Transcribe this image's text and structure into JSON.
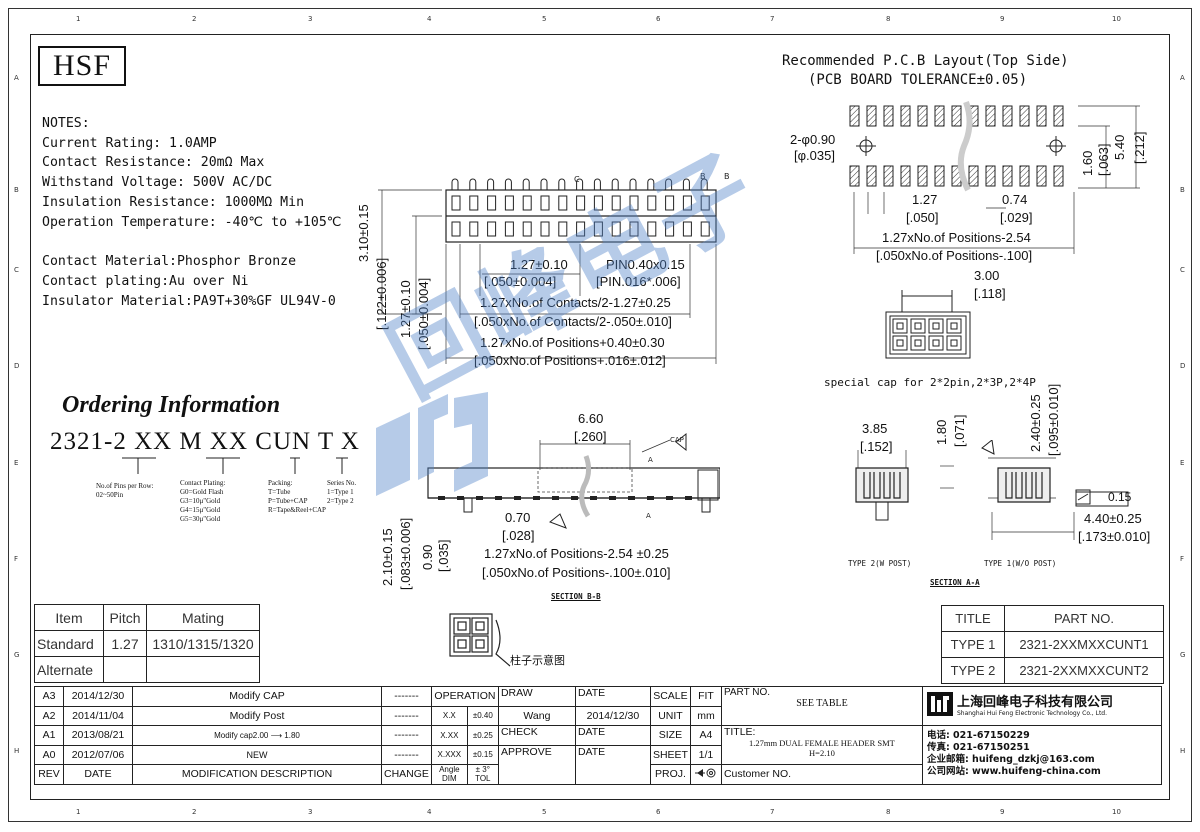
{
  "zones": {
    "cols": [
      "1",
      "2",
      "3",
      "4",
      "5",
      "6",
      "7",
      "8",
      "9",
      "10"
    ],
    "rows": [
      "A",
      "B",
      "C",
      "D",
      "E",
      "F",
      "G",
      "H"
    ]
  },
  "logo": "HSF",
  "notes": {
    "heading": "NOTES:",
    "lines": [
      "Current Rating: 1.0AMP",
      "Contact Resistance: 20mΩ Max",
      "Withstand Voltage: 500V AC/DC",
      "Insulation Resistance: 1000MΩ Min",
      "Operation Temperature: -40℃ to +105℃"
    ],
    "materials": [
      "Contact Material:Phosphor Bronze",
      "Contact plating:Au over Ni",
      "Insulator Material:PA9T+30%GF UL94V-0"
    ]
  },
  "ordering": {
    "title": "Ordering Information",
    "code": "2321-2 XX M XX CUN T X",
    "pins": "No.of Pins per Row: 02~50Pin",
    "plating": [
      "Contact Plating:",
      "G0=Gold Flash",
      "G3=10μ\"Gold",
      "G4=15μ\"Gold",
      "G5=30μ\"Gold"
    ],
    "packing": [
      "Packing:",
      "T=Tube",
      "P=Tube+CAP",
      "R=Tape&Reel+CAP"
    ],
    "series": [
      "Series No.",
      "1=Type 1",
      "2=Type 2"
    ]
  },
  "pcb": {
    "title": "Recommended P.C.B Layout(Top Side)",
    "tolerance": "(PCB BOARD TOLERANCE±0.05)",
    "hole": "2-φ0.90",
    "hole_in": "[φ.035]",
    "d160": "1.60",
    "d160_in": "[.063]",
    "d540": "5.40",
    "d540_in": "[.212]",
    "d127": "1.27",
    "d127_in": "[.050]",
    "d074": "0.74",
    "d074_in": "[.029]",
    "span": "1.27xNo.of Positions-2.54",
    "span_in": "[.050xNo.of Positions-.100]"
  },
  "front": {
    "h1": "3.10±0.15",
    "h1_in": "[.122±0.006]",
    "h2": "1.27±0.10",
    "h2_in": "[.050±0.004]",
    "pitch": "1.27±0.10",
    "pitch_in": "[.050±0.004]",
    "pin": "PIN0.40x0.15",
    "pin_in": "[PIN.016*.006]",
    "l1": "1.27xNo.of Contacts/2-1.27±0.25",
    "l1_in": "[.050xNo.of Contacts/2-.050±.010]",
    "l2": "1.27xNo.of Positions+0.40±0.30",
    "l2_in": "[.050xNo.of Positions+.016±.012]"
  },
  "cap": {
    "w": "3.00",
    "w_in": "[.118]",
    "note": "special cap for 2*2pin,2*3P,2*4P"
  },
  "sectionB": {
    "cap_label": "CAP",
    "w": "6.60",
    "w_in": "[.260]",
    "d070": "0.70",
    "d070_in": "[.028]",
    "h": "2.10±0.15",
    "h_in": "[.083±0.006]",
    "d090": "0.90",
    "d090_in": "[.035]",
    "span": "1.27xNo.of Positions-2.54 ±0.25",
    "span_in": "[.050xNo.of Positions-.100±.010]",
    "title": "SECTION B-B"
  },
  "sectionA": {
    "d385": "3.85",
    "d385_in": "[.152]",
    "d180": "1.80",
    "d180_in": "[.071]",
    "d240": "2.40±0.25",
    "d240_in": "[.095±0.010]",
    "flat": "0.15",
    "d440": "4.40±0.25",
    "d440_in": "[.173±0.010]",
    "type2": "TYPE 2(W POST)",
    "type1": "TYPE 1(W/O POST)",
    "title": "SECTION A-A"
  },
  "pin_diagram_label": "柱子示意图",
  "watermark": "回峰电子",
  "pitch_table": {
    "headers": [
      "Item",
      "Pitch",
      "Mating"
    ],
    "rows": [
      [
        "Standard",
        "1.27",
        "1310/1315/1320"
      ],
      [
        "Alternate",
        "",
        ""
      ]
    ]
  },
  "part_table": {
    "headers": [
      "TITLE",
      "PART NO."
    ],
    "rows": [
      [
        "TYPE 1",
        "2321-2XXMXXCUNT1"
      ],
      [
        "TYPE 2",
        "2321-2XXMXXCUNT2"
      ]
    ]
  },
  "title_block": {
    "revisions": [
      [
        "A3",
        "2014/12/30",
        "Modify CAP",
        "-------"
      ],
      [
        "A2",
        "2014/11/04",
        "Modify Post",
        "-------"
      ],
      [
        "A1",
        "2013/08/21",
        "Modify cap2.00 ⟶ 1.80",
        "-------"
      ],
      [
        "A0",
        "2012/07/06",
        "NEW",
        "-------"
      ]
    ],
    "rev_headers": [
      "REV",
      "DATE",
      "MODIFICATION DESCRIPTION",
      "CHANGE"
    ],
    "operation": "OPERATION",
    "tolerances": [
      [
        "X.X",
        "±0.40"
      ],
      [
        "X.XX",
        "±0.25"
      ],
      [
        "X.XXX",
        "±0.15"
      ],
      [
        "Angle",
        "± 3°"
      ]
    ],
    "tol_headers": [
      "DIM",
      "TOL"
    ],
    "draw": "DRAW",
    "drawer": "Wang",
    "check": "CHECK",
    "approve": "APPROVE",
    "date": "DATE",
    "draw_date": "2014/12/30",
    "scale": "SCALE",
    "scale_val": "FIT",
    "unit": "UNIT",
    "unit_val": "mm",
    "size": "SIZE",
    "size_val": "A4",
    "sheet": "SHEET",
    "sheet_val": "1/1",
    "proj": "PROJ.",
    "part_no": "PART NO.",
    "part_no_val": "SEE TABLE",
    "title": "TITLE:",
    "title_val": "1.27mm DUAL FEMALE HEADER SMT",
    "title_val2": "H=2.10",
    "customer": "Customer NO."
  },
  "company": {
    "name_cn": "上海回峰电子科技有限公司",
    "name_en": "Shanghai Hui Feng Electronic Technology Co., Ltd.",
    "tel": "电话: 021-67150229",
    "fax": "传真: 021-67150251",
    "email": "企业邮箱: huifeng_dzkj@163.com",
    "web": "公司网站: www.huifeng-china.com"
  }
}
